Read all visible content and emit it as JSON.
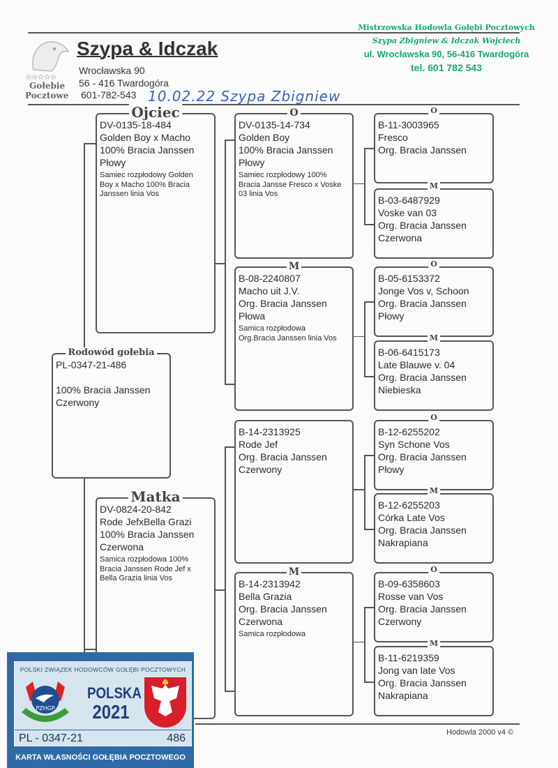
{
  "header": {
    "title": "Szypa & Idczak",
    "address_street": "Wrocławska 90",
    "address_city": "56 - 416  Twardogóra",
    "phone": "601-782-543",
    "logo_text_1": "Gołebie",
    "logo_text_2": "Pocztowe",
    "logo_stars": "☆☆☆☆☆",
    "handwritten_note": "10.02.22 Szypa Zbigniew"
  },
  "stamp": {
    "line1": "Mistrzowska Hodowla Gołębi Pocztowych",
    "line2": "Szypa Zbigniew & Idczak Wojciech",
    "line3": "ul. Wrocławska 90, 56-416 Twardogóra",
    "line4": "tel. 601 782 543"
  },
  "pedigree": {
    "subject": {
      "label": "Rodowód gołebia",
      "lines": [
        "PL-0347-21-486",
        "",
        "100% Bracia Janssen",
        "Czerwony"
      ],
      "notes": []
    },
    "father": {
      "label": "Ojciec",
      "lines": [
        "DV-0135-18-484",
        "Golden Boy x Macho",
        "100% Bracia Janssen",
        "Płowy"
      ],
      "notes": [
        "Samiec rozpłodowy Golden",
        "Boy x Macho 100% Bracia",
        "Janssen linia Vos"
      ]
    },
    "mother": {
      "label": "Matka",
      "lines": [
        "DV-0824-20-842",
        "Rode JefxBella Grazi",
        "100% Bracia Janssen",
        "Czerwona"
      ],
      "notes": [
        "Samica rozpłodowa 100%",
        "Bracia Janssen Rode Jef x",
        "Bella Grazia linia Vos"
      ]
    },
    "grandparents": [
      {
        "label": "O",
        "lines": [
          "DV-0135-14-734",
          "Golden Boy",
          "100% Bracia Janssen",
          "Płowy"
        ],
        "notes": [
          "Samiec rozpłodowy 100%",
          "Bracia Jansse  Fresco x Voske",
          "03 linia Vos"
        ]
      },
      {
        "label": "M",
        "lines": [
          "B-08-2240807",
          "Macho uit J.V.",
          "Org. Bracia Janssen",
          "Płowa"
        ],
        "notes": [
          "Samica rozpłodowa",
          "Org.Bracia Janssen linia Vos"
        ]
      },
      {
        "label": "",
        "lines": [
          "B-14-2313925",
          "Rode Jef",
          "Org. Bracia Janssen",
          "Czerwony"
        ],
        "notes": []
      },
      {
        "label": "M",
        "lines": [
          "B-14-2313942",
          "Bella Grazia",
          "Org. Bracia Janssen",
          "Czerwona"
        ],
        "notes": [
          "Samica rozpłodowa"
        ]
      }
    ],
    "great_grandparents": [
      {
        "label": "O",
        "lines": [
          "B-11-3003965",
          "Fresco",
          "Org. Bracia Janssen"
        ]
      },
      {
        "label": "M",
        "lines": [
          "B-03-6487929",
          "Voske van 03",
          "Org. Bracia Janssen",
          "Czerwona"
        ]
      },
      {
        "label": "O",
        "lines": [
          "B-05-6153372",
          "Jonge Vos v, Schoon",
          "Org. Bracia Janssen",
          "Płowy"
        ]
      },
      {
        "label": "M",
        "lines": [
          "B-06-6415173",
          "Late Blauwe v. 04",
          "Org. Bracia Janssen",
          "Niebieska"
        ]
      },
      {
        "label": "O",
        "lines": [
          "B-12-6255202",
          "Syn Schone Vos",
          "Org. Bracia Janssen",
          "Płowy"
        ]
      },
      {
        "label": "M",
        "lines": [
          "B-12-6255203",
          "Córka Late Vos",
          "Org. Bracia Janssen",
          "Nakrapiana"
        ]
      },
      {
        "label": "O",
        "lines": [
          "B-09-6358603",
          "Rosse van Vos",
          "Org. Bracia Janssen",
          "Czerwony"
        ]
      },
      {
        "label": "M",
        "lines": [
          "B-11-6219359",
          "Jong van late Vos",
          "Org. Bracia Janssen",
          "Nakrapiana"
        ]
      }
    ]
  },
  "footer": {
    "software": "Hodowla 2000 v4 ©"
  },
  "ring_card": {
    "org": "POLSKI ZWIĄZEK HODOWCÓW GOŁĘBI POCZTOWYCH",
    "country": "POLSKA",
    "year": "2021",
    "logo_text": "PZHGP",
    "ring_prefix": "PL - 0347-21",
    "ring_number": "486",
    "bottom_text": "KARTA WŁASNOŚCI GOŁĘBIA POCZTOWEGO"
  }
}
